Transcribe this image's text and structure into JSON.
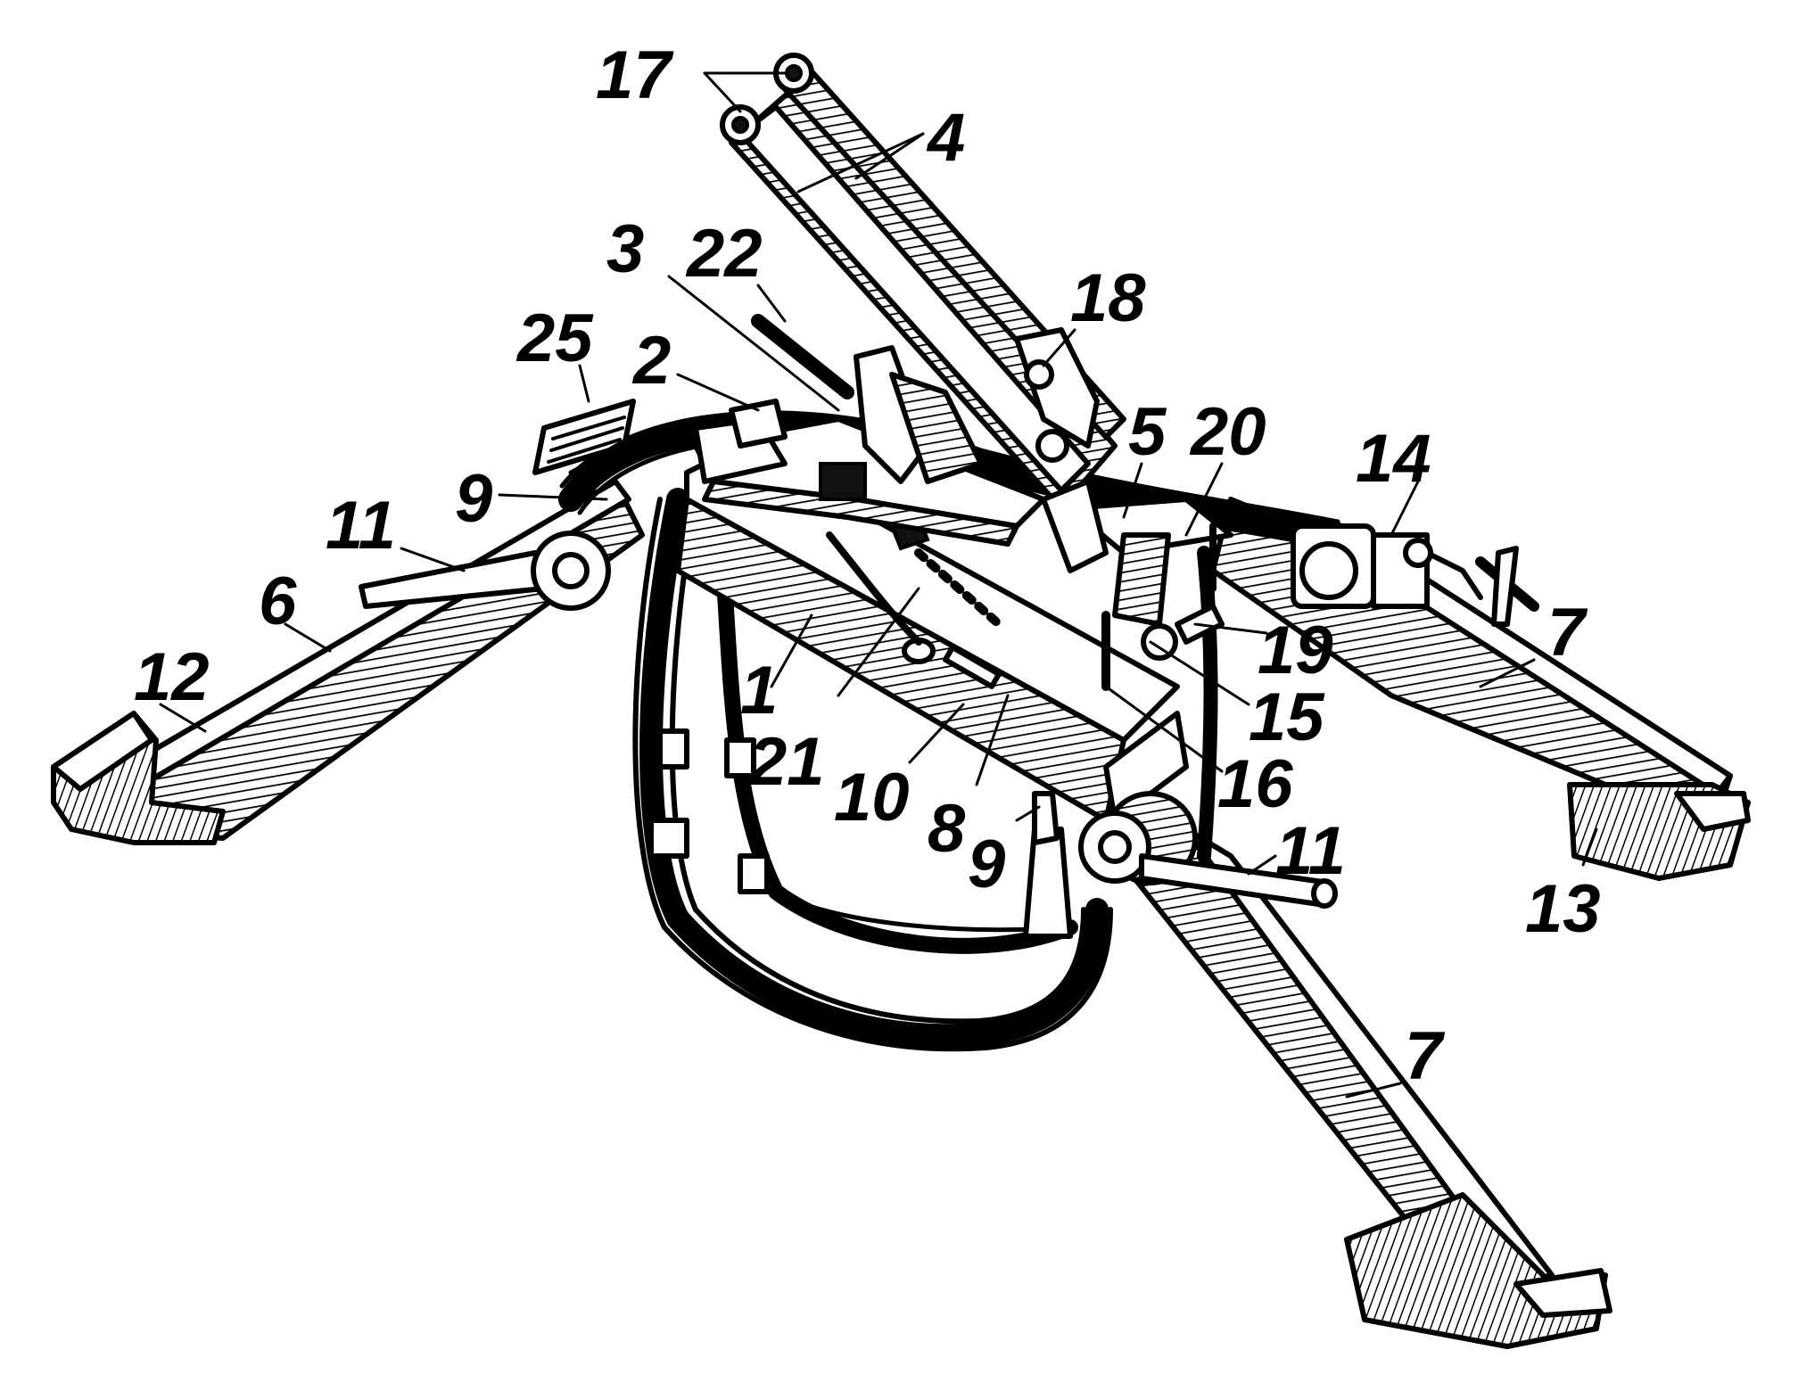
{
  "labels": {
    "n1": "1",
    "n2": "2",
    "n3": "3",
    "n4": "4",
    "n5": "5",
    "n6": "6",
    "n7a": "7",
    "n7b": "7",
    "n8": "8",
    "n9a": "9",
    "n9b": "9",
    "n10": "10",
    "n11a": "11",
    "n11b": "11",
    "n12": "12",
    "n13": "13",
    "n14": "14",
    "n15": "15",
    "n16": "16",
    "n17": "17",
    "n18": "18",
    "n19": "19",
    "n20": "20",
    "n21": "21",
    "n22": "22",
    "n25": "25"
  }
}
